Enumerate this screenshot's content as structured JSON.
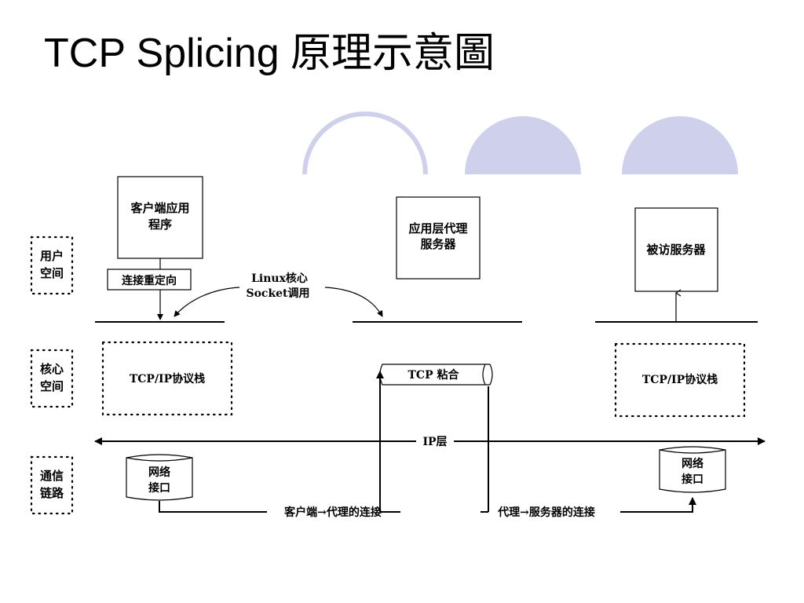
{
  "title": "TCP Splicing 原理示意圖",
  "colors": {
    "deco_fill": "#cfd1ec",
    "deco_stroke": "#cfd1ec"
  },
  "left_labels": {
    "user_space": [
      "用户",
      "空间"
    ],
    "kernel_space": [
      "核心",
      "空间"
    ],
    "link": [
      "通信",
      "链路"
    ]
  },
  "nodes": {
    "client_app": [
      "客户端应用",
      "程序"
    ],
    "redirect": "连接重定向",
    "proxy_app": [
      "应用层代理",
      "服务器"
    ],
    "server_app": "被访服务器",
    "left_stack": "TCP/IP协议栈",
    "right_stack": "TCP/IP协议栈",
    "splice": "TCP 粘合",
    "left_nic": [
      "网络",
      "接口"
    ],
    "right_nic": [
      "网络",
      "接口"
    ]
  },
  "annotations": {
    "socket_call": [
      "Linux核心",
      "Socket调用"
    ],
    "ip_layer": "IP层",
    "client_proxy_conn": "客户端→代理的连接",
    "proxy_server_conn": "代理→服务器的连接"
  }
}
